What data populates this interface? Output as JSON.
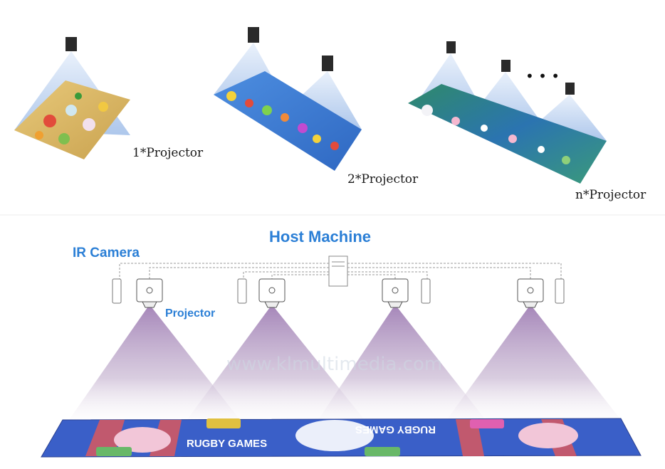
{
  "top_section": {
    "label_one": "1*Projector",
    "label_two": "2*Projector",
    "label_n": "n*Projector",
    "dots": "• • •"
  },
  "bottom_section": {
    "title": "Host Machine",
    "ir_camera_label": "IR Camera",
    "projector_label": "Projector",
    "watermark": "www.klmultimedia.com",
    "mat_text_left": "RUGBY GAMES",
    "mat_text_right": "RUGBY GAMES"
  },
  "colors": {
    "label_blue": "#2b7fd6",
    "beam_blue": "#c9dcf5",
    "beam_purple": "#9c7ab0",
    "mat_blue": "#3a5fc8",
    "mat_red": "#d9585f"
  }
}
